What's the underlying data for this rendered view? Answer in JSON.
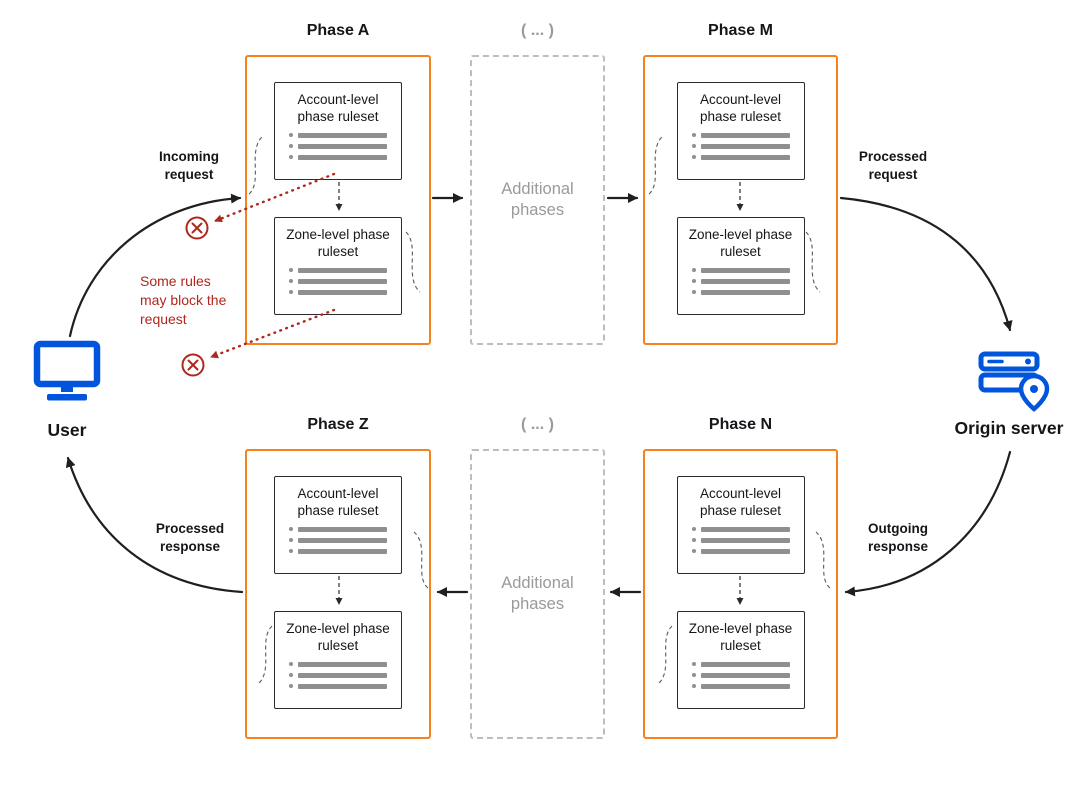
{
  "phases": {
    "a": {
      "title": "Phase A"
    },
    "m": {
      "title": "Phase M"
    },
    "z": {
      "title": "Phase Z"
    },
    "n": {
      "title": "Phase N"
    }
  },
  "additional": {
    "header": "( ... )",
    "body": "Additional phases"
  },
  "ruleset": {
    "account": "Account-level phase ruleset",
    "zone": "Zone-level phase ruleset"
  },
  "annotations": {
    "incoming_request": "Incoming request",
    "processed_request": "Processed request",
    "outgoing_response": "Outgoing response",
    "processed_response": "Processed response",
    "block_warning": "Some rules may block the request"
  },
  "endpoints": {
    "user": "User",
    "origin": "Origin server"
  },
  "icons": {
    "user": "monitor-icon",
    "origin": "server-location-pin-icon",
    "block": "circle-x-icon"
  },
  "colors": {
    "phase_border": "#f6821f",
    "warning_red": "#b0271d",
    "endpoint_blue": "#0055dc",
    "muted_gray": "#9a9a9a",
    "arrow_black": "#1f1f1f"
  }
}
